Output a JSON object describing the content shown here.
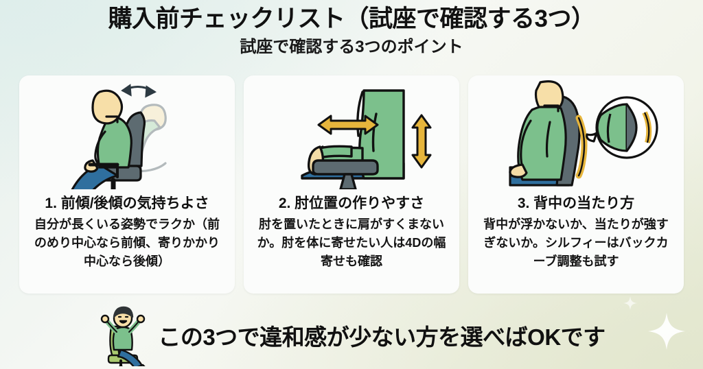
{
  "header": {
    "title": "購入前チェックリスト（試座で確認する3つ）",
    "subtitle": "試座で確認する3つのポイント"
  },
  "cards": [
    {
      "heading": "1. 前傾/後傾の気持ちよさ",
      "body": "自分が長くいる姿勢でラクか（前のめり中心なら前傾、寄りかかり中心なら後傾）",
      "illustration": "person-reclining-chair-tilt-arrow-icon"
    },
    {
      "heading": "2. 肘位置の作りやすさ",
      "body": "肘を置いたときに肩がすくまないか。肘を体に寄せたい人は4Dの幅寄せも確認",
      "illustration": "armrest-width-height-arrows-icon"
    },
    {
      "heading": "3. 背中の当たり方",
      "body": "背中が浮かないか、当たりが強すぎないか。シルフィーはバックカーブ調整も試す",
      "illustration": "back-contact-lumbar-magnifier-icon"
    }
  ],
  "footer": {
    "icon": "cheering-person-in-chair-icon",
    "text": "この3つで違和感が少ない方を選べばOKです"
  },
  "decorations": {
    "sparkle_large": "sparkle-icon",
    "sparkle_small": "sparkle-small-icon"
  },
  "colors": {
    "background_top_left": "#e6f0ed",
    "background_bottom_right": "#e7ebd6",
    "card_background": "#fbfcfb",
    "text": "#111111",
    "illustration_green": "#7cc08c",
    "illustration_green_light": "#a8d8ac",
    "illustration_blue": "#2f6f9e",
    "illustration_skin": "#f7dfa8",
    "illustration_gray": "#5d6b71",
    "illustration_gold": "#e6b53c",
    "outline": "#111111"
  }
}
